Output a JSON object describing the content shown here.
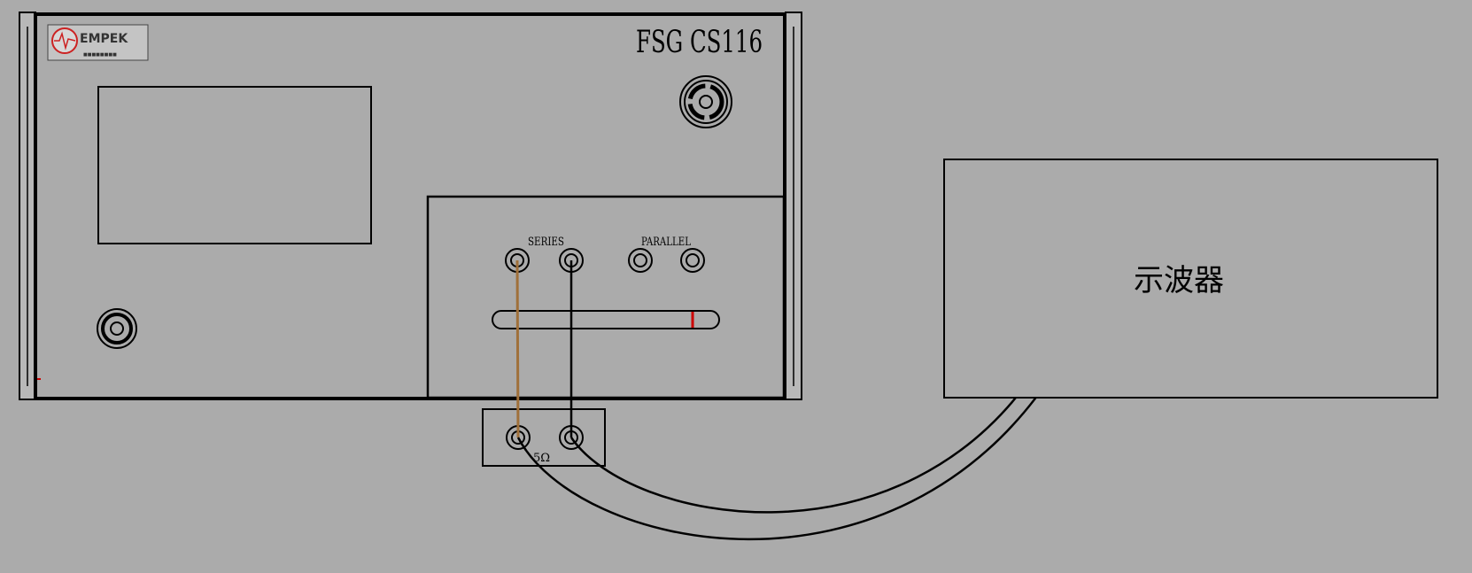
{
  "instrument": {
    "model": "FSG CS116",
    "brand": "EMPEK",
    "brand_subtitle": "■■■■■■■■",
    "series_label": "SERIES",
    "parallel_label": "PARALLEL"
  },
  "resistor": {
    "label": "5Ω"
  },
  "oscilloscope": {
    "label": "示波器"
  },
  "colors": {
    "background": "#ababab",
    "line": "#000000",
    "brown_wire": "#a0703a",
    "slider_marker": "#cc0000",
    "logo_red": "#cc2222"
  }
}
